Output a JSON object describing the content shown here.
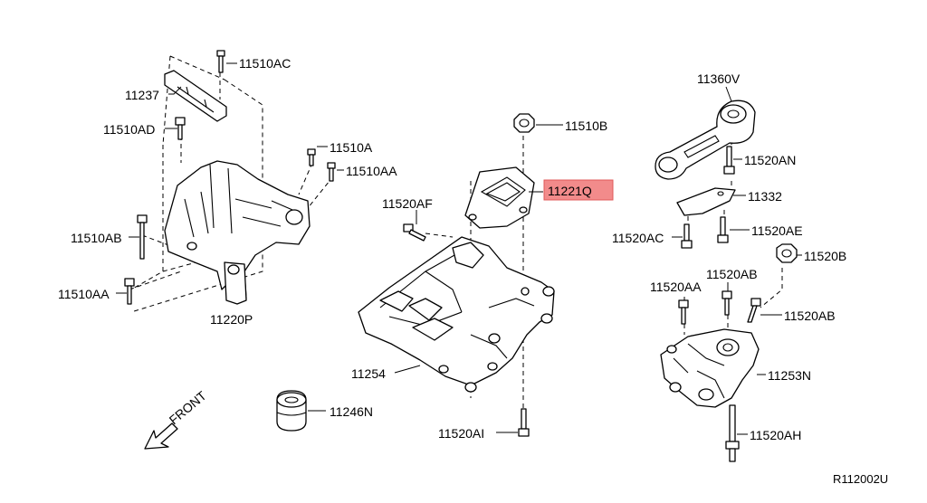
{
  "diagram": {
    "reference_code": "R112002U",
    "front_label": "FRONT",
    "highlighted_part": "11221Q",
    "highlight_color": "#f28b8b",
    "labels": {
      "p11510AC": "11510AC",
      "p11237": "11237",
      "p11510AD": "11510AD",
      "p11510A": "11510A",
      "p11510AA_top": "11510AA",
      "p11510AB": "11510AB",
      "p11510AA_left": "11510AA",
      "p11220P": "11220P",
      "p11510B": "11510B",
      "p11221Q": "11221Q",
      "p11520AF": "11520AF",
      "p11254": "11254",
      "p11246N": "11246N",
      "p11520AI": "11520AI",
      "p11360V": "11360V",
      "p11520AN": "11520AN",
      "p11332": "11332",
      "p11520AC": "11520AC",
      "p11520AE": "11520AE",
      "p11520B": "11520B",
      "p11520AA_right": "11520AA",
      "p11520AB_top": "11520AB",
      "p11520AB_right": "11520AB",
      "p11253N": "11253N",
      "p11520AH": "11520AH"
    }
  }
}
